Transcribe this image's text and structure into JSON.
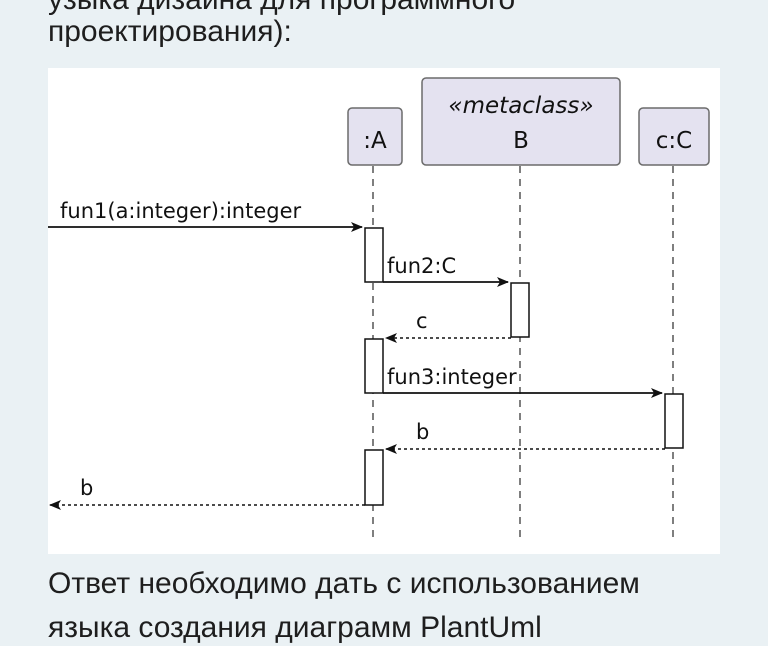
{
  "text": {
    "top_cut": "узыка дизайна для программного",
    "line_intro": "проектирования):",
    "answer_line": "Ответ необходимо дать с использованием",
    "bottom_cut": "языка создания диаграмм PlantUml"
  },
  "diagram": {
    "participants": [
      {
        "id": "A",
        "label": ":A"
      },
      {
        "id": "B",
        "stereotype": "«metaclass»",
        "label": "B"
      },
      {
        "id": "C",
        "label": "c:C"
      }
    ],
    "messages": [
      {
        "label": "fun1(a:integer):integer",
        "from": "external",
        "to": "A",
        "kind": "call"
      },
      {
        "label": "fun2:C",
        "from": "A",
        "to": "B",
        "kind": "call"
      },
      {
        "label": "c",
        "from": "B",
        "to": "A",
        "kind": "return"
      },
      {
        "label": "fun3:integer",
        "from": "A",
        "to": "C",
        "kind": "call"
      },
      {
        "label": "b",
        "from": "C",
        "to": "A",
        "kind": "return"
      },
      {
        "label": "b",
        "from": "A",
        "to": "external",
        "kind": "return"
      }
    ],
    "colors": {
      "participant_fill": "#e4e2f0",
      "participant_stroke": "#6b6b6b",
      "line": "#111111",
      "panel": "#ffffff",
      "page": "#eaf1f4"
    }
  }
}
